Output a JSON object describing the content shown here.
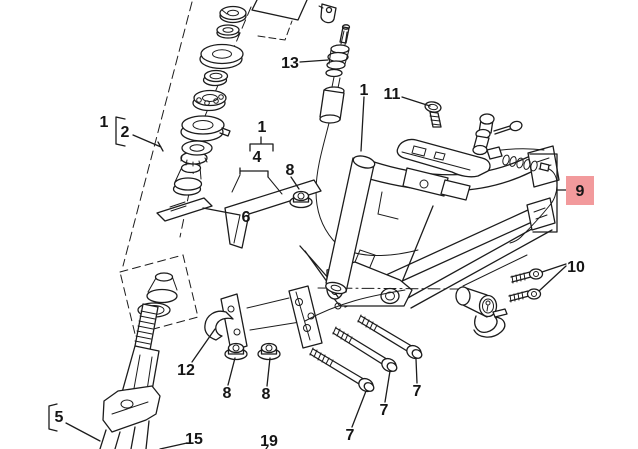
{
  "diagram": {
    "background_color": "#ffffff",
    "line_color": "#1c1c1c",
    "highlight": {
      "part": "9",
      "box_color": "#f29a9c",
      "text_color": "#452427"
    },
    "labels": [
      {
        "id": "group-1-steering",
        "text": "1"
      },
      {
        "id": "part-2",
        "text": "2"
      },
      {
        "id": "part-13",
        "text": "13"
      },
      {
        "id": "part-1-frame",
        "text": "1"
      },
      {
        "id": "part-11",
        "text": "11"
      },
      {
        "id": "group-1-stay",
        "text": "1"
      },
      {
        "id": "part-4",
        "text": "4"
      },
      {
        "id": "part-8-upper",
        "text": "8"
      },
      {
        "id": "part-6",
        "text": "6"
      },
      {
        "id": "part-9",
        "text": "9",
        "highlighted": true
      },
      {
        "id": "part-10",
        "text": "10"
      },
      {
        "id": "part-12",
        "text": "12"
      },
      {
        "id": "part-8-left",
        "text": "8"
      },
      {
        "id": "part-8-right",
        "text": "8"
      },
      {
        "id": "part-5",
        "text": "5"
      },
      {
        "id": "part-15",
        "text": "15"
      },
      {
        "id": "part-19",
        "text": "19"
      },
      {
        "id": "part-7-a",
        "text": "7"
      },
      {
        "id": "part-7-b",
        "text": "7"
      },
      {
        "id": "part-7-c",
        "text": "7"
      }
    ]
  }
}
